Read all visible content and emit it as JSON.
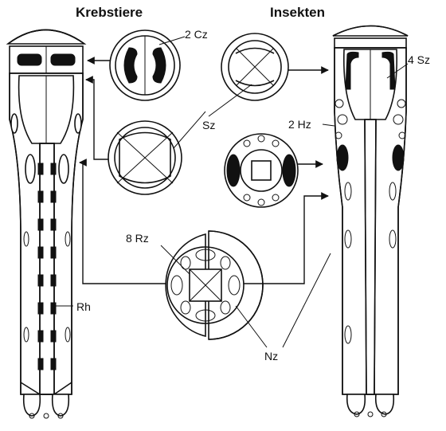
{
  "titles": {
    "left": "Krebstiere",
    "right": "Insekten"
  },
  "labels": {
    "cz": "2 Cz",
    "sz4": "4 Sz",
    "sz": "Sz",
    "hz": "2 Hz",
    "rz": "8 Rz",
    "rh": "Rh",
    "nz": "Nz"
  },
  "colors": {
    "ink": "#111111",
    "paper": "#ffffff"
  }
}
